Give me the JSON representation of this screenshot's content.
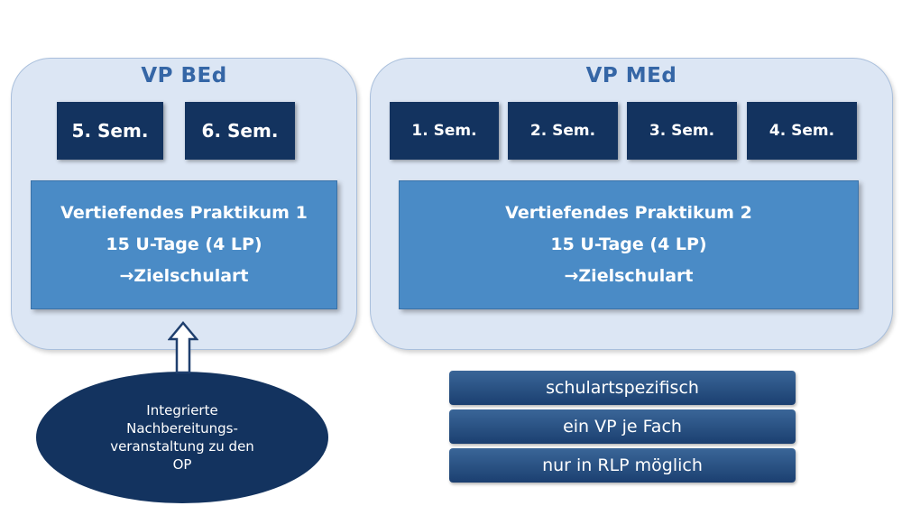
{
  "bed": {
    "title": "VP BEd",
    "semesters": [
      "5. Sem.",
      "6. Sem."
    ],
    "practicum": {
      "line1": "Vertiefendes Praktikum 1",
      "line2": "15 U-Tage (4 LP)",
      "line3": "→Zielschulart"
    }
  },
  "med": {
    "title": "VP MEd",
    "semesters": [
      "1. Sem.",
      "2. Sem.",
      "3. Sem.",
      "4. Sem."
    ],
    "practicum": {
      "line1": "Vertiefendes Praktikum 2",
      "line2": "15 U-Tage (4 LP)",
      "line3": "→Zielschulart"
    }
  },
  "tags": [
    "schulartspezifisch",
    "ein VP je Fach",
    "nur in RLP möglich"
  ],
  "ellipse": {
    "text": "Integrierte Nachbereitungs-veranstaltung zu den OP"
  },
  "colors": {
    "panel_bg": "#dce6f4",
    "title": "#3566a6",
    "semester_bg": "#13335f",
    "practicum_bg": "#4a8bc6",
    "tag_bg": "#1b3f70"
  }
}
